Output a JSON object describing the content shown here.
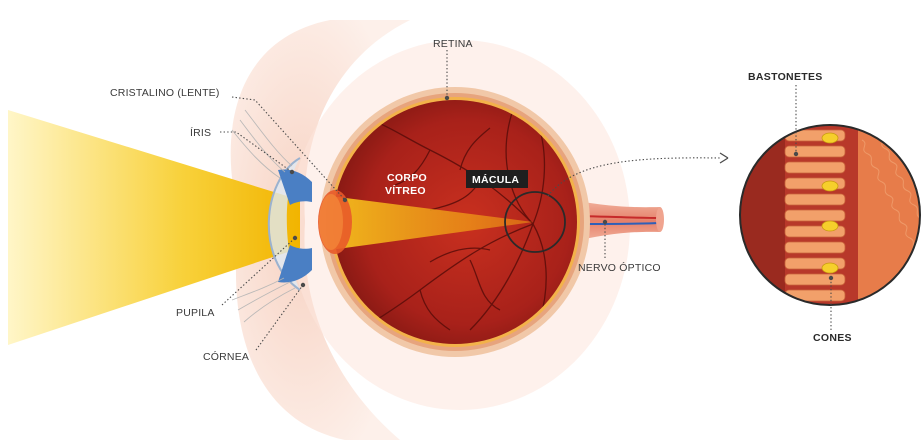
{
  "labels": {
    "retina": "RETINA",
    "cristalino": "CRISTALINO (LENTE)",
    "iris": "ÍRIS",
    "pupila": "PUPILA",
    "cornea": "CÓRNEA",
    "corpo_vitreo_line1": "CORPO",
    "corpo_vitreo_line2": "VÍTREO",
    "macula": "MÁCULA",
    "nervo_optico": "NERVO ÓPTICO",
    "bastonetes": "BASTONETES",
    "cones": "CONES"
  },
  "colors": {
    "light_beam": "#f6c318",
    "eye_interior": "#b3241d",
    "sclera": "#f1c8a8",
    "iris": "#4a7fc4",
    "skin": "#fbe3d7"
  }
}
